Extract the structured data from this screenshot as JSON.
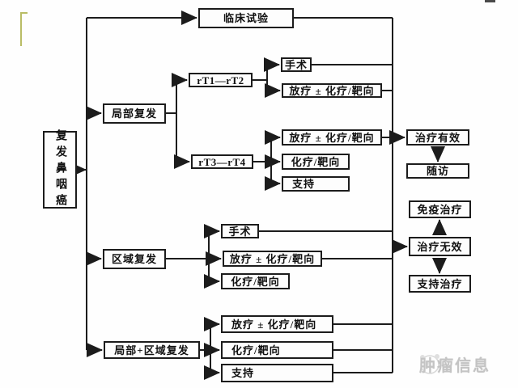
{
  "nodes": {
    "root": "复发鼻咽癌",
    "clinical_trial": "临床试验",
    "local_recurrence": "局部复发",
    "rt1_rt2": "rT1—rT2",
    "rt3_rt4": "rT3—rT4",
    "surgery_local": "手术",
    "rt_chemo_local_t12": "放疗 ± 化疗/靶向",
    "rt_chemo_local_t34": "放疗 ± 化疗/靶向",
    "chemo_target_t34": "化疗/靶向",
    "support_t34": "支持",
    "treatment_effective": "治疗有效",
    "followup": "随访",
    "immunotherapy": "免疫治疗",
    "treatment_ineffective": "治疗无效",
    "supportive_care": "支持治疗",
    "regional_recurrence": "区域复发",
    "surgery_regional": "手术",
    "rt_chemo_regional": "放疗 ± 化疗/靶向",
    "chemo_target_regional": "化疗/靶向",
    "local_regional_recurrence": "局部+区域复发",
    "rt_chemo_lr": "放疗 ± 化疗/靶向",
    "chemo_target_lr": "化疗/靶向",
    "support_lr": "支持"
  },
  "watermark": {
    "label": "肿瘤信息"
  },
  "colors": {
    "line": "#1c1c1c",
    "background": "#fefefe",
    "watermark": "#c4c4c4",
    "bracket": "#b9bd66"
  }
}
